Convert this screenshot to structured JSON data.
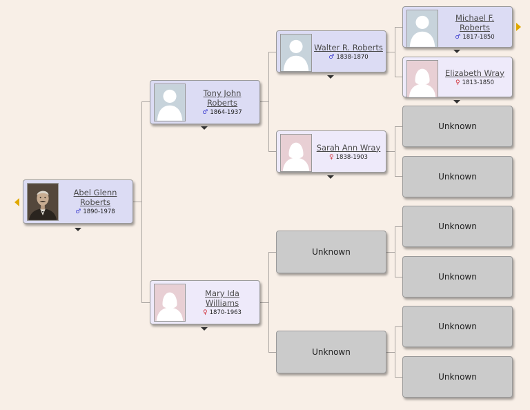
{
  "colors": {
    "background": "#f8efe7",
    "male_card": "#dcdcf4",
    "female_card": "#eeeafa",
    "unknown_card": "#cbcbcb",
    "male_symbol": "#3a3acf",
    "female_symbol": "#d0303a",
    "nav_arrow": "#e0a800"
  },
  "male_symbol": "♂",
  "female_symbol": "♀",
  "unknown_label": "Unknown",
  "people": {
    "abel": {
      "name": "Abel Glenn Roberts",
      "dates": "1890-1978",
      "gender": "male",
      "photo": "portrait-photo"
    },
    "tony": {
      "name": "Tony John Roberts",
      "dates": "1864-1937",
      "gender": "male",
      "photo": "male-silhouette-icon"
    },
    "mary": {
      "name": "Mary Ida Williams",
      "dates": "1870-1963",
      "gender": "female",
      "photo": "female-silhouette-icon"
    },
    "walter": {
      "name": "Walter R. Roberts",
      "dates": "1838-1870",
      "gender": "male",
      "photo": "male-silhouette-icon"
    },
    "sarah": {
      "name": "Sarah Ann Wray",
      "dates": "1838-1903",
      "gender": "female",
      "photo": "female-silhouette-icon"
    },
    "michael": {
      "name": "Michael F. Roberts",
      "dates": "1817-1850",
      "gender": "male",
      "photo": "male-silhouette-icon"
    },
    "elizabeth": {
      "name": "Elizabeth Wray",
      "dates": "1813-1850",
      "gender": "female",
      "photo": "female-silhouette-icon"
    }
  }
}
